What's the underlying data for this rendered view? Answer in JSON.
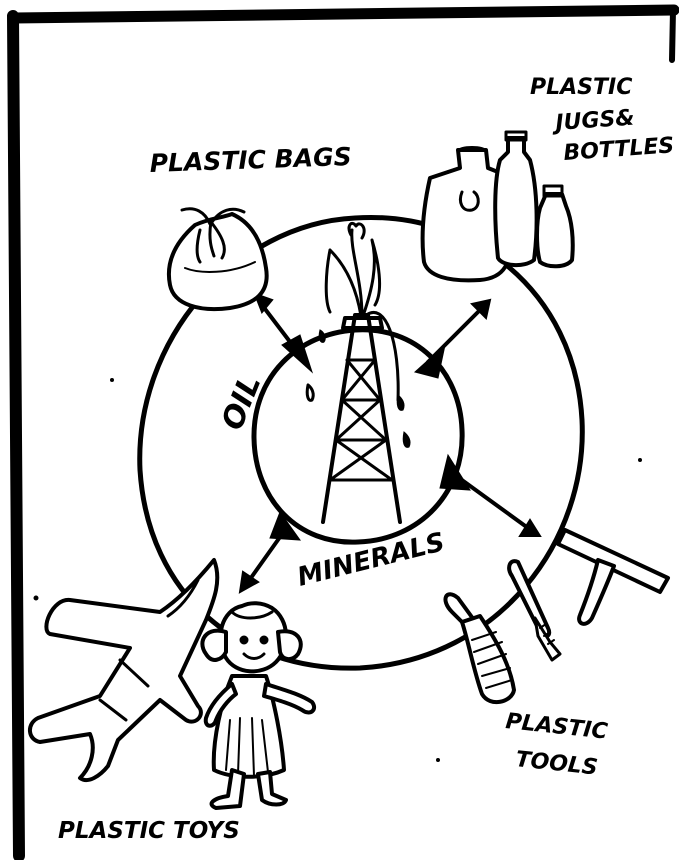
{
  "center": {
    "ring_label_left": "OIL",
    "ring_label_bottom": "MINERALS"
  },
  "products": {
    "bags": {
      "label": "PLASTIC BAGS"
    },
    "bottles": {
      "label_line1": "PLASTIC",
      "label_line2": "JUGS&",
      "label_line3": "BOTTLES"
    },
    "tools": {
      "label_line1": "PLASTIC",
      "label_line2": "TOOLS"
    },
    "toys": {
      "label": "PLASTIC TOYS"
    }
  }
}
